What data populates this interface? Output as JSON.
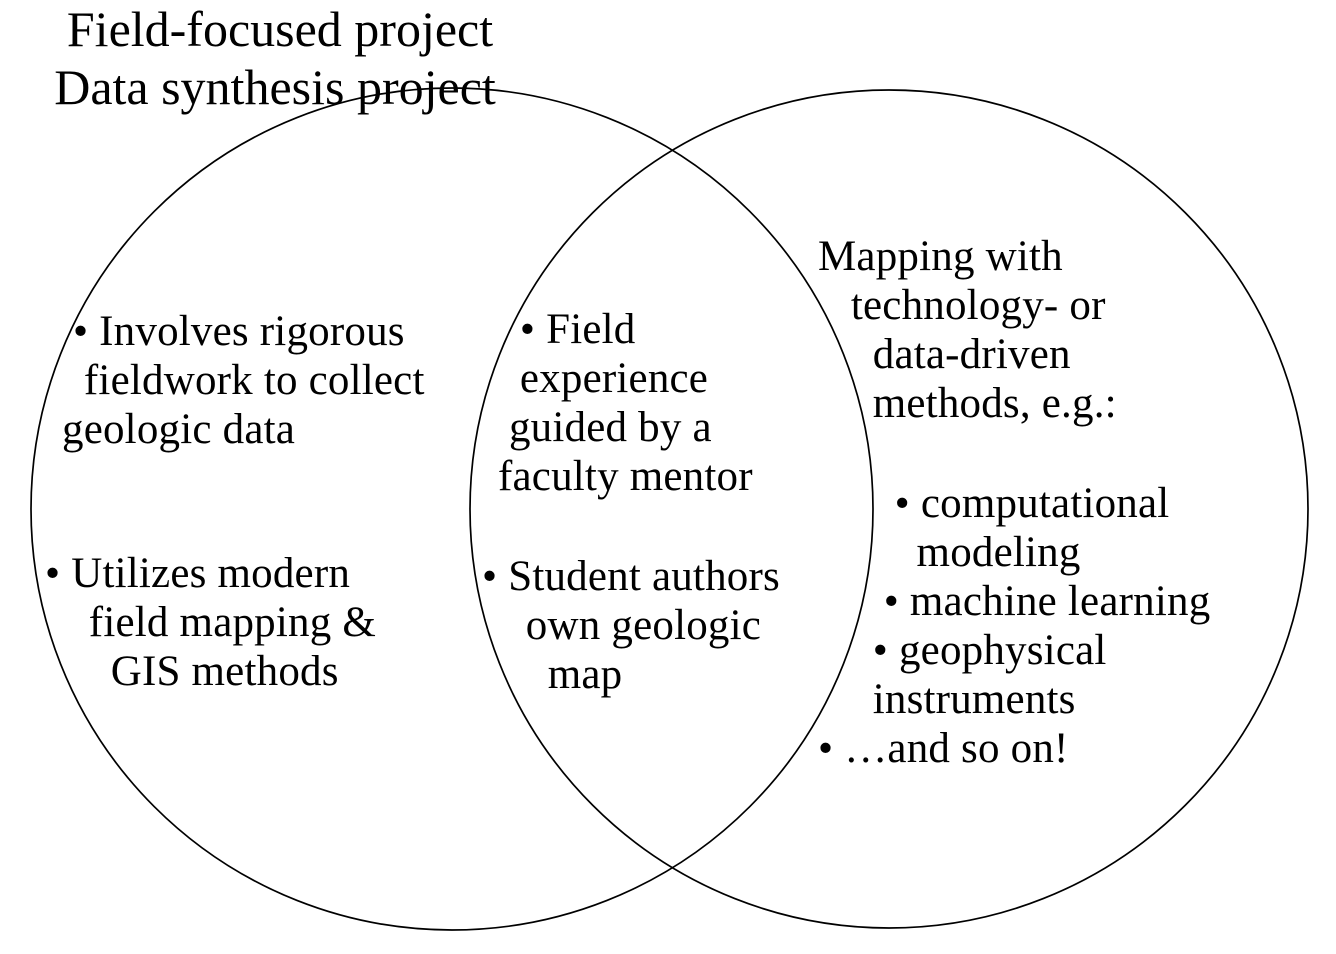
{
  "colors": {
    "background": "#ffffff",
    "circle_stroke": "#000000",
    "text": "#000000"
  },
  "left_circle": {
    "title": "Field-focused project",
    "item_fieldwork": " • Involves rigorous\n  fieldwork to collect\ngeologic data",
    "item_gis": "• Utilizes modern\n    field mapping &\n      GIS methods"
  },
  "overlap": {
    "item_mentor": "  • Field\n  experience\n guided by a\nfaculty mentor",
    "item_map": "• Student authors\n    own geologic\n      map"
  },
  "right_circle": {
    "title": "Data synthesis project",
    "header": "Mapping with\n   technology- or\n     data-driven\n     methods, e.g.:",
    "items": "       • computational\n         modeling\n      • machine learning\n     • geophysical\n     instruments\n• …and so on!"
  }
}
